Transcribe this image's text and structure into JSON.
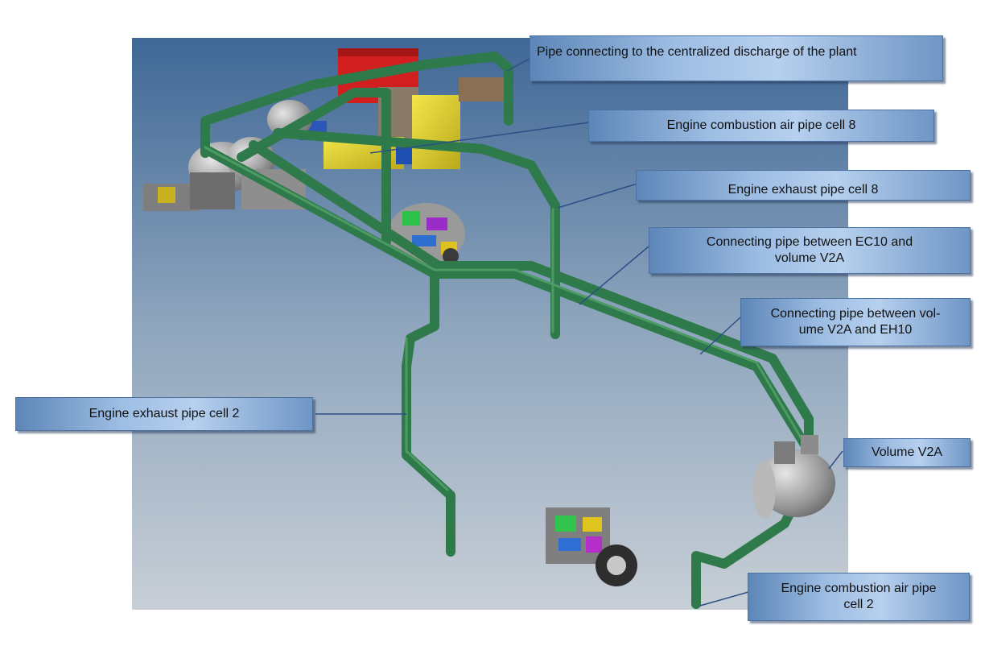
{
  "callouts": {
    "centralized_discharge": "Pipe connecting to the centralized discharge of the plant",
    "combustion_air_cell8": "Engine combustion air pipe cell 8",
    "exhaust_cell8": "Engine exhaust pipe cell 8",
    "ec10_v2a": "Connecting pipe between EC10 and\nvolume V2A",
    "v2a_eh10": "Connecting pipe between vol-\nume V2A and EH10",
    "exhaust_cell2": "Engine exhaust pipe cell 2",
    "volume_v2a": "Volume V2A",
    "combustion_air_cell2": "Engine combustion air pipe\ncell 2"
  },
  "colors": {
    "pipe": "#2f7a4a",
    "pipe_highlight": "#5aa86f",
    "background_top": "#3f6796",
    "background_bottom": "#c8cfd6",
    "callout_fill": "#9dbde3",
    "leader_line": "#2b4f86"
  }
}
